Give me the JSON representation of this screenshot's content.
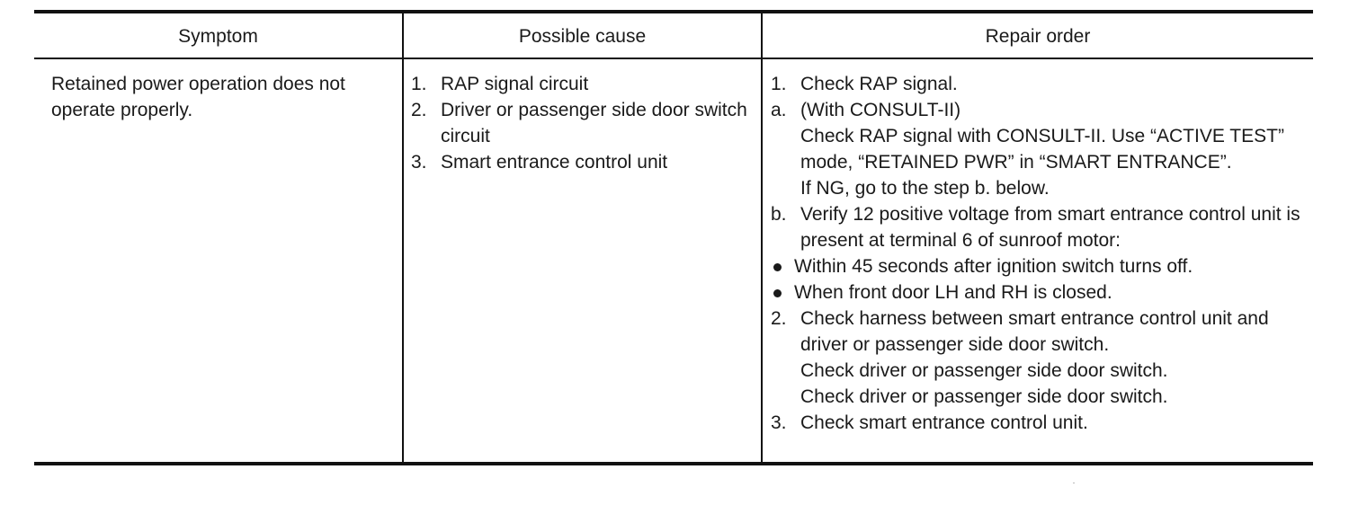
{
  "headers": {
    "symptom": "Symptom",
    "cause": "Possible cause",
    "repair": "Repair order"
  },
  "symptom": {
    "text": "Retained power operation does not operate properly."
  },
  "causes": [
    {
      "marker": "1.",
      "text": "RAP signal circuit"
    },
    {
      "marker": "2.",
      "text": "Driver or passenger side door switch circuit"
    },
    {
      "marker": "3.",
      "text": "Smart entrance control unit"
    }
  ],
  "repair": {
    "step1_marker": "1.",
    "step1_text": "Check RAP signal.",
    "a_marker": "a.",
    "a_text": "(With CONSULT-II)",
    "a_detail": "Check RAP signal with CONSULT-II. Use “ACTIVE TEST” mode, “RETAINED PWR” in “SMART ENTRANCE”.",
    "a_ng": "If NG, go to the step b. below.",
    "b_marker": "b.",
    "b_text": "Verify 12 positive voltage from smart entrance control unit is present at terminal 6 of sunroof motor:",
    "bullet1": "Within 45 seconds after ignition switch turns off.",
    "bullet2": "When front door LH and RH is closed.",
    "step2_marker": "2.",
    "step2_text": "Check harness between smart entrance control unit and driver or passenger side door switch.",
    "step2_line2": "Check driver or passenger side door switch.",
    "step2_line3": "Check driver or passenger side door switch.",
    "step3_marker": "3.",
    "step3_text": "Check smart entrance control unit."
  }
}
